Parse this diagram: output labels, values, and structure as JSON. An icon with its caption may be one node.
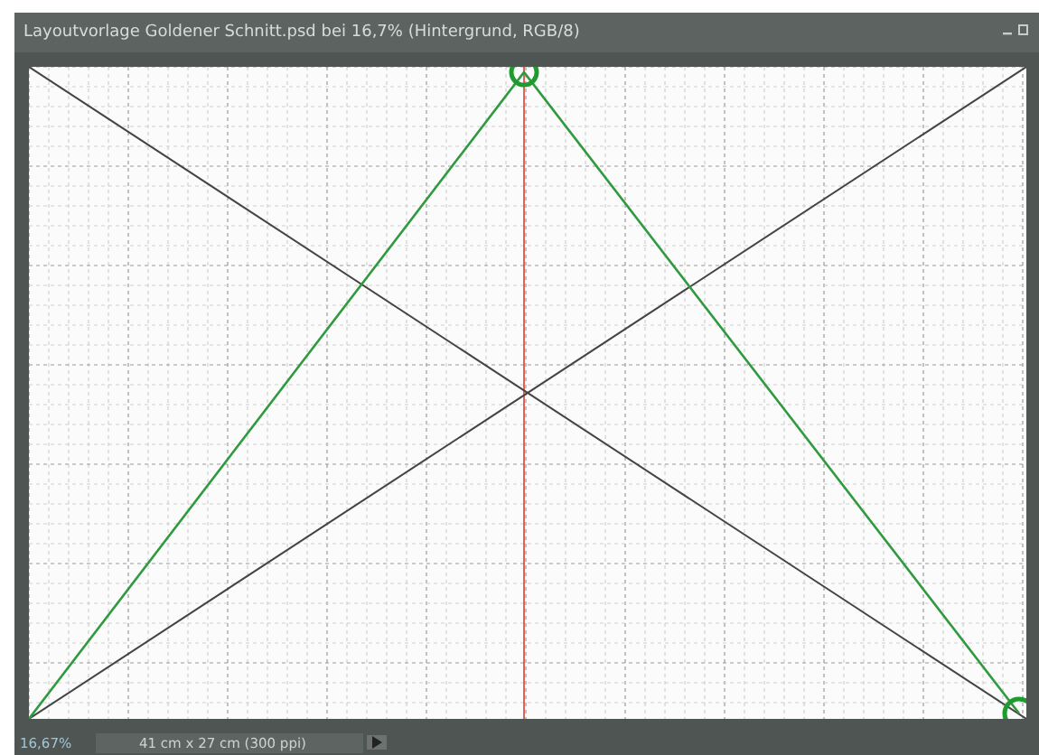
{
  "diagram": {
    "title": "Layoutvorlage Goldener Schnitt.psd bei 16,7% (Hintergrund, RGB/8)",
    "labels": [
      "16,67%",
      "41 cm x 27 cm (300 ppi)"
    ]
  }
}
